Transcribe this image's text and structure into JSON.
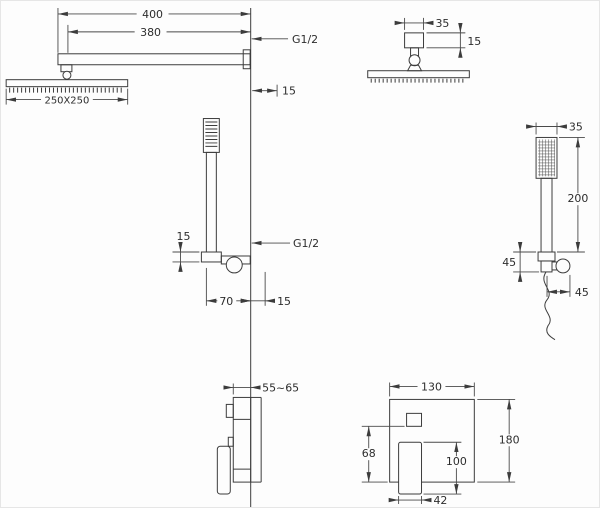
{
  "drawing": {
    "rain_front": {
      "len_400": "400",
      "len_380": "380",
      "thread": "G1/2",
      "thick_15": "15",
      "head_size": "250X250"
    },
    "rain_side": {
      "width_35": "35",
      "thick_15": "15"
    },
    "hand_front": {
      "holder_15": "15",
      "thread": "G1/2",
      "offset_70": "70",
      "wall_15": "15"
    },
    "hand_side": {
      "width_35": "35",
      "length_200": "200",
      "height_45": "45",
      "depth_45": "45"
    },
    "mixer_side": {
      "depth_range": "55~65"
    },
    "mixer_front": {
      "width_130": "130",
      "height_180": "180",
      "offset_68": "68",
      "handle_100": "100",
      "handle_42": "42"
    }
  }
}
